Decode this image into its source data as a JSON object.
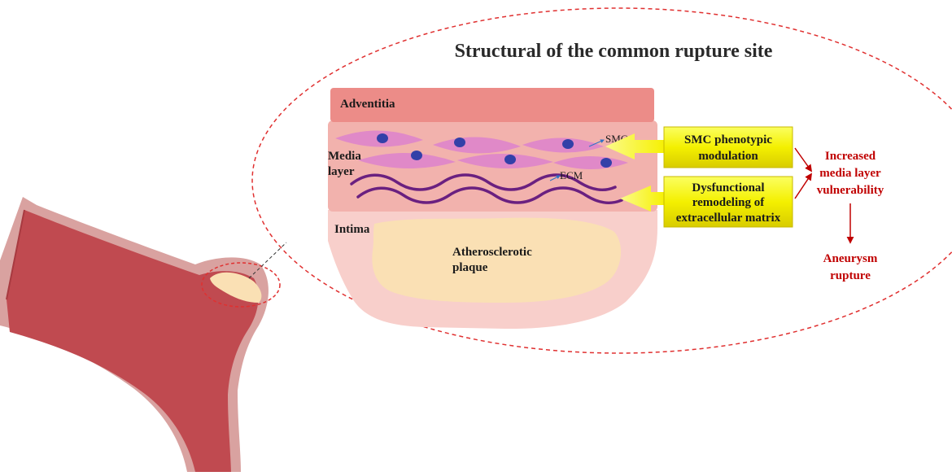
{
  "title": "Structural of the common rupture site",
  "layers": {
    "adventitia": "Adventitia",
    "media_line1": "Media",
    "media_line2": "layer",
    "intima": "Intima"
  },
  "plaque": {
    "line1": "Atherosclerotic",
    "line2": "plaque"
  },
  "cell_labels": {
    "smc": "SMC",
    "ecm": "ECM"
  },
  "boxes": {
    "smc": {
      "line1": "SMC phenotypic",
      "line2": "modulation"
    },
    "ecm": {
      "line1": "Dysfunctional",
      "line2": "remodeling of",
      "line3": "extracellular matrix"
    }
  },
  "outcome": {
    "line1": "Increased",
    "line2": "media layer",
    "line3": "vulnerability",
    "rupture_line1": "Aneurysm",
    "rupture_line2": "rupture"
  },
  "colors": {
    "vessel": "#c04a50",
    "vessel_wall": "#d9a2a0",
    "plaque": "#fae0b4",
    "adventitia": "#ec8c88",
    "media": "#f2b2ad",
    "intima": "#f8cfcb",
    "smc_cell": "#e089c8",
    "nucleus": "#3340a8",
    "ecm_fiber": "#6a2080",
    "highlight_box": "#f4f000",
    "accent_red": "#c00000",
    "dashed_red": "#e03030"
  }
}
